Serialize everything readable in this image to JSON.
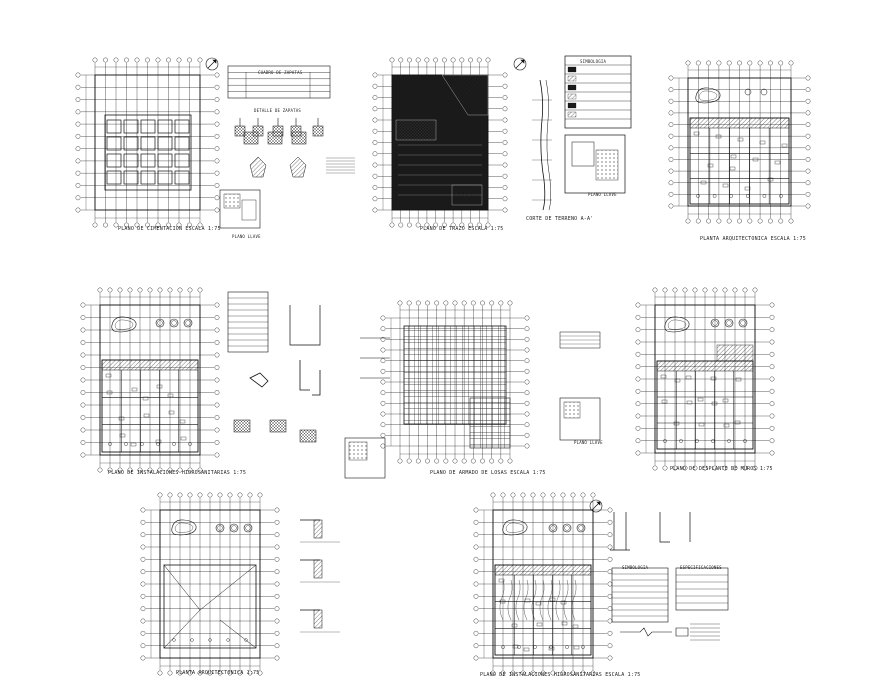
{
  "sheet": {
    "background": "#ffffff",
    "line_color": "#111111",
    "hatch_color": "#222222",
    "fill_dark": "#1a1a1a"
  },
  "drawings": {
    "foundation_plan": {
      "caption": "PLANO DE CIMENTACION ESCALA 1:75",
      "table_title": "CUADRO DE ZAPATAS",
      "details_title": "DETALLE DE ZAPATAS",
      "keyplan_caption": "PLANO LLAVE"
    },
    "layout_plan": {
      "caption": "PLANO DE TRAZO ESCALA 1:75"
    },
    "terrain_section": {
      "caption": "CORTE DE TERRENO A-A'"
    },
    "symbology": {
      "title": "SIMBOLOGIA",
      "keyplan_caption": "PLANO LLAVE"
    },
    "architectural_plan_1": {
      "caption": "PLANTA ARQUITECTONICA ESCALA 1:75"
    },
    "hydrosanitary_plan_1": {
      "caption": "PLANO DE INSTALACIONES HIDROSANITARIAS 1:75"
    },
    "slab_reinforcement_plan": {
      "caption": "PLANO DE ARMADO DE LOSAS ESCALA 1:75",
      "keyplan_caption": "PLANO LLAVE"
    },
    "wall_layout_plan": {
      "caption": "PLANO DE DESPLANTE DE MUROS 1:75"
    },
    "architectural_plan_2": {
      "caption": "PLANTA ARQUITECTONICA 1:75"
    },
    "hydrosanitary_plan_2": {
      "caption": "PLANO DE INSTALACIONES HIDROSANITARIAS ESCALA 1:75",
      "symbology_title": "SIMBOLOGIA",
      "specs_title": "ESPECIFICACIONES"
    }
  }
}
